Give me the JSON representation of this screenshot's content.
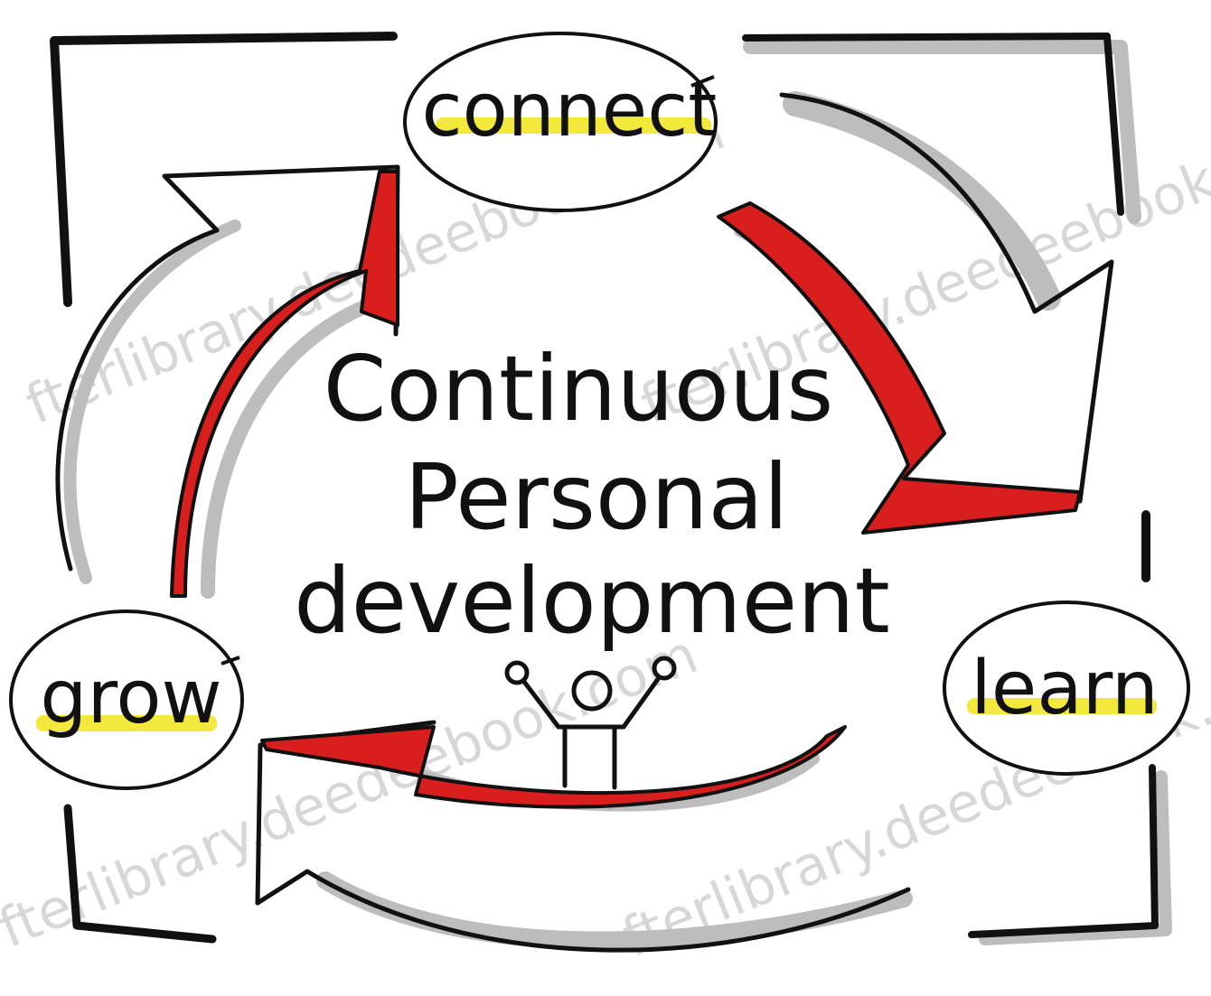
{
  "title_lines": [
    "Continuous",
    "Personal",
    "development"
  ],
  "nodes": {
    "connect": "connect",
    "learn": "learn",
    "grow": "grow"
  },
  "watermark": "fterlibrary.deedeebook.com",
  "colors": {
    "arrow_red": "#d91e1e",
    "arrow_shadow": "#bdbdbd",
    "ink": "#111111",
    "highlight": "#f1e51b",
    "background": "#ffffff"
  },
  "icons": [
    "stick-figure-icon"
  ]
}
